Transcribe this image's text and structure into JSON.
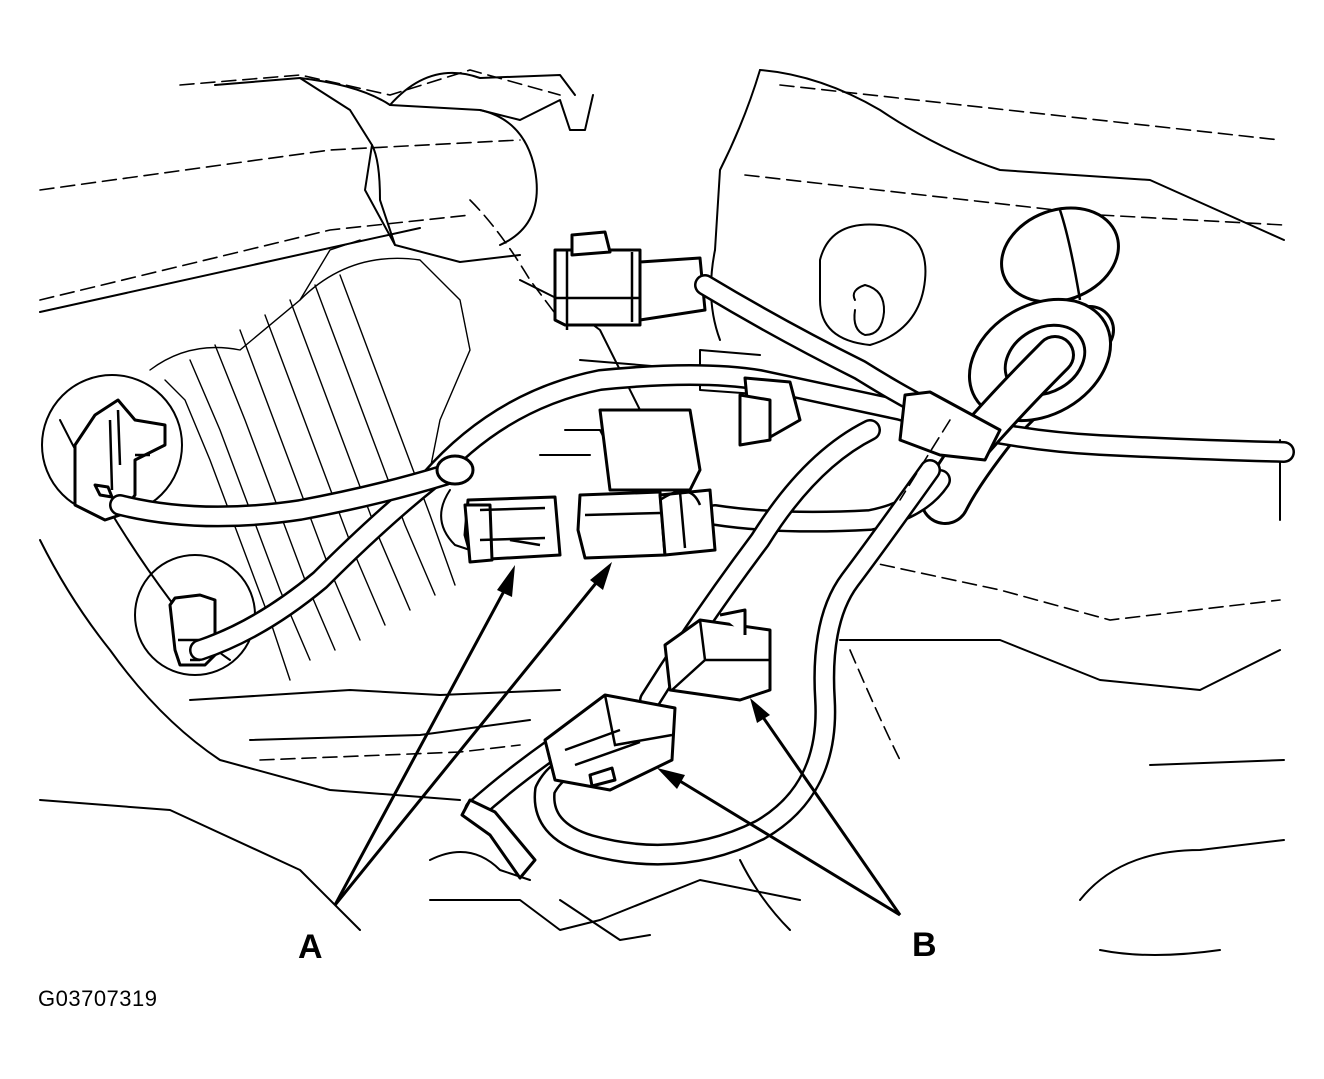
{
  "labels": {
    "a": "A",
    "b": "B"
  },
  "figure_id": "G03707319"
}
